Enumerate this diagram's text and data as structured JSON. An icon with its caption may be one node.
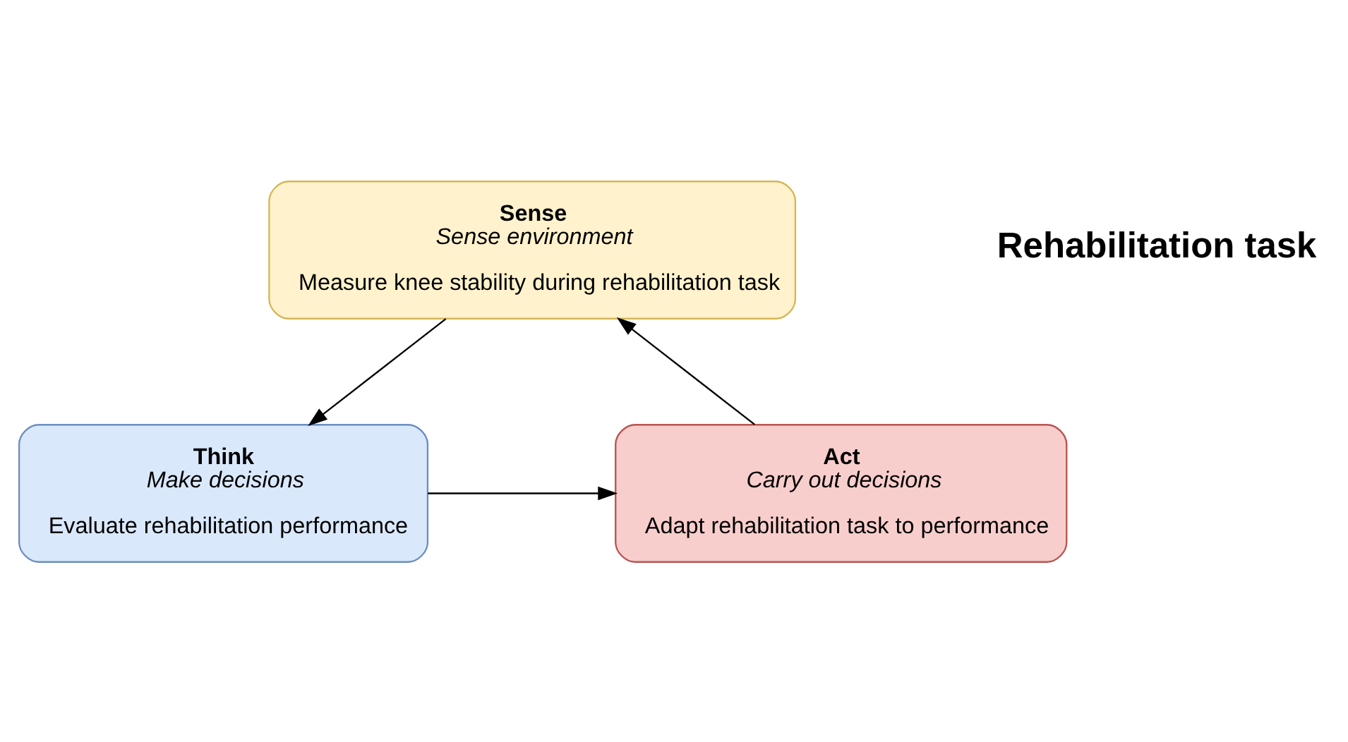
{
  "diagram": {
    "nodes": [
      {
        "text": [
          "Sense",
          "Sense environment",
          "Measure knee stability during rehabilitation task"
        ]
      },
      {
        "text": [
          "Think",
          "Make decisions",
          "Evaluate rehabilitation performance"
        ]
      },
      {
        "text": [
          "Act",
          "Carry out decisions",
          "Adapt rehabilitation task to performance"
        ]
      }
    ],
    "edges": [
      {
        "from": 0,
        "to": 1,
        "arrow": "to"
      },
      {
        "from": 1,
        "to": 2,
        "arrow": "to"
      },
      {
        "from": 2,
        "to": 0,
        "arrow": "to"
      }
    ],
    "labels": [
      "Rehabilitation task"
    ]
  }
}
